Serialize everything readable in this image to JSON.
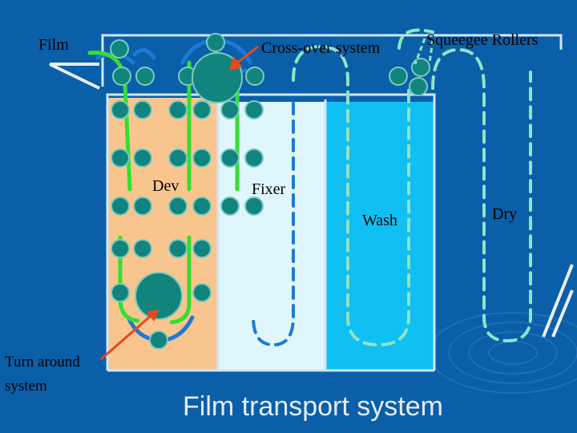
{
  "labels": {
    "film": "Film",
    "crossover": "Cross-over system",
    "squeegee": "Squeegee Rollers",
    "dev": "Dev",
    "fixer": "Fixer",
    "wash": "Wash",
    "dry": "Dry",
    "turnaround_line1": "Turn around",
    "turnaround_line2": "system",
    "title": "Film transport system"
  },
  "colors": {
    "background": "#0a5fa8",
    "tank_dev": "#f9c58f",
    "tank_fixer": "#dff7fc",
    "tank_wash": "#10c0f2",
    "roller": "#11857d",
    "film_path": "#33e02e",
    "dashed_path": "#8fe4c5",
    "guide": "#1b7ad6",
    "pointer_arrow": "#e8481c"
  }
}
